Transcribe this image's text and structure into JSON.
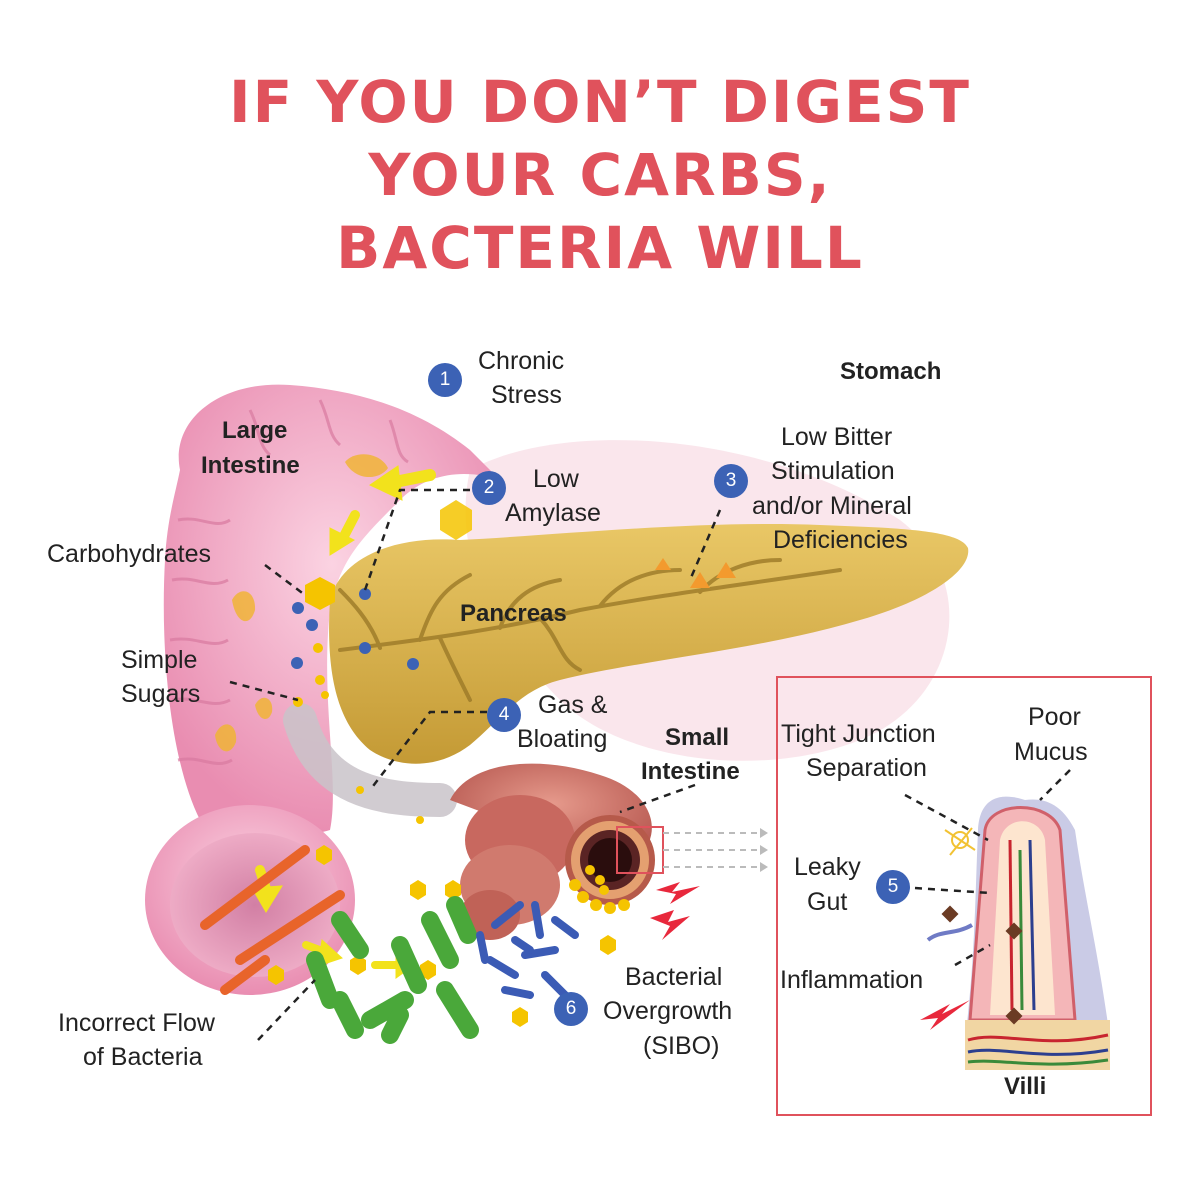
{
  "title": {
    "line1": "IF YOU DON’T DIGEST",
    "line2": "YOUR CARBS,",
    "line3": "BACTERIA WILL"
  },
  "labels": {
    "stomach": "Stomach",
    "large_intestine_1": "Large",
    "large_intestine_2": "Intestine",
    "pancreas": "Pancreas",
    "small_intestine_1": "Small",
    "small_intestine_2": "Intestine",
    "carbohydrates": "Carbohydrates",
    "simple_sugars_1": "Simple",
    "simple_sugars_2": "Sugars",
    "incorrect_flow_1": "Incorrect Flow",
    "incorrect_flow_2": "of Bacteria",
    "tight_junction_1": "Tight Junction",
    "tight_junction_2": "Separation",
    "poor_mucus_1": "Poor",
    "poor_mucus_2": "Mucus",
    "inflammation": "Inflammation",
    "villi": "Villi"
  },
  "steps": [
    {
      "number": "1",
      "line1": "Chronic",
      "line2": "Stress"
    },
    {
      "number": "2",
      "line1": "Low",
      "line2": "Amylase"
    },
    {
      "number": "3",
      "line1": "Low Bitter",
      "line2": "Stimulation",
      "line3": "and/or Mineral",
      "line4": "Deficiencies"
    },
    {
      "number": "4",
      "line1": "Gas &",
      "line2": "Bloating"
    },
    {
      "number": "5",
      "line1": "Leaky",
      "line2": "Gut"
    },
    {
      "number": "6",
      "line1": "Bacterial",
      "line2": "Overgrowth",
      "line3": "(SIBO)"
    }
  ],
  "colors": {
    "title": "#e0525c",
    "badge": "#3c62b5",
    "intestine": "#f2a7c3",
    "pancreas": "#d9b24a",
    "bacteria_green": "#4aa83a",
    "bacteria_blue": "#3b5bb5",
    "bacteria_orange": "#e8642a",
    "carb_yellow": "#f5c400",
    "inset_border": "#e0525c"
  }
}
